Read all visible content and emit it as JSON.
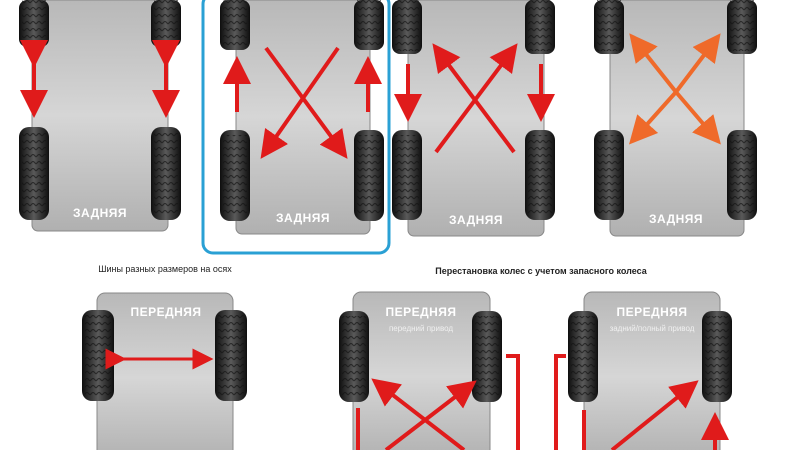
{
  "labels": {
    "rear": "ЗАДНЯЯ",
    "front": "ПЕРЕДНЯЯ",
    "front_drive": "передний привод",
    "rear_full_drive": "задний/полный привод"
  },
  "captions": {
    "different_sizes": "Шины разных размеров на осях",
    "spare_rotation": "Перестановка колес с учетом запасного колеса"
  },
  "colors": {
    "arrow_red": "#e01b1b",
    "arrow_orange": "#ef6a2a",
    "highlight_frame": "#2aa0d4",
    "car_body": "#c9c9c9",
    "tire": "#1c1c1c"
  },
  "icons": [
    "tire-icon",
    "swap-arrow-icon",
    "cross-arrow-icon"
  ]
}
